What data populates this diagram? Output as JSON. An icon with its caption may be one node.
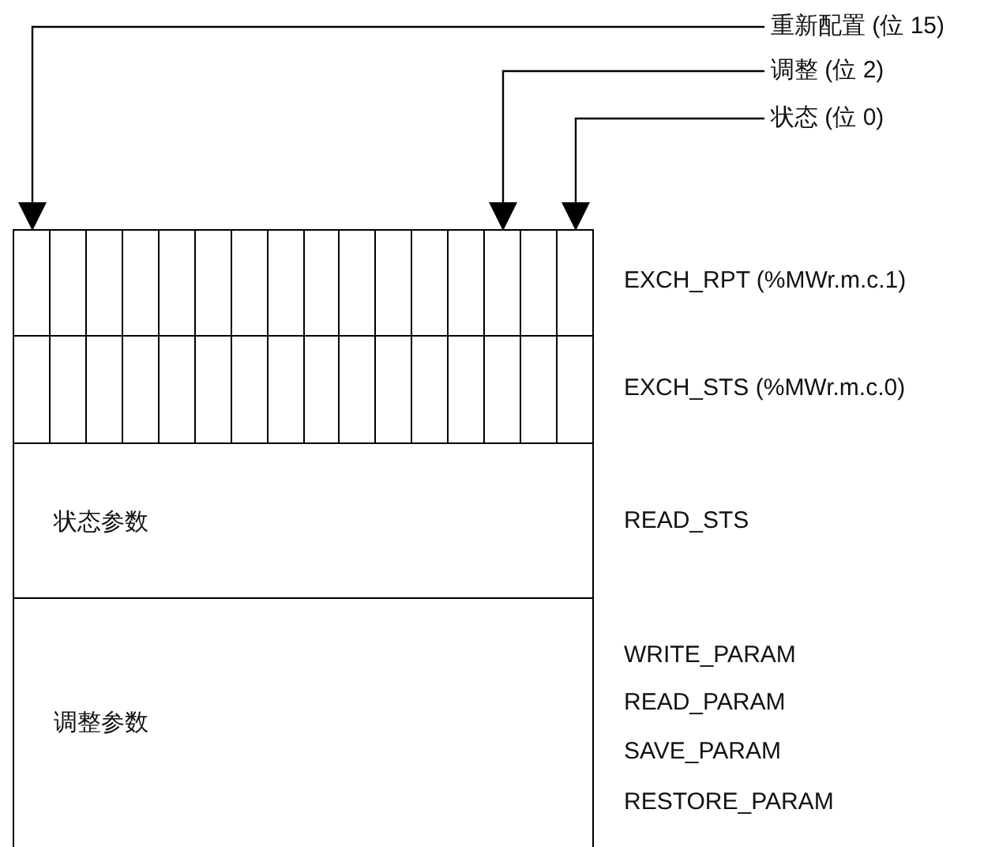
{
  "diagram": {
    "nodes": [
      {
        "text": [
          "重新配置 (位 15)"
        ]
      },
      {
        "text": [
          "调整 (位 2)"
        ]
      },
      {
        "text": [
          "状态 (位 0)"
        ]
      },
      {
        "text": [],
        "shape": "box",
        "beside": [
          "EXCH_RPT (%MWr.m.c.1)"
        ]
      },
      {
        "text": [],
        "shape": "box",
        "in": 3
      },
      {
        "text": [],
        "shape": "box",
        "in": 3
      },
      {
        "text": [],
        "shape": "box",
        "in": 3
      },
      {
        "text": [],
        "shape": "box",
        "in": 3
      },
      {
        "text": [],
        "shape": "box",
        "in": 3
      },
      {
        "text": [],
        "shape": "box",
        "in": 3
      },
      {
        "text": [],
        "shape": "box",
        "in": 3
      },
      {
        "text": [],
        "shape": "box",
        "in": 3
      },
      {
        "text": [],
        "shape": "box",
        "in": 3
      },
      {
        "text": [],
        "shape": "box",
        "in": 3
      },
      {
        "text": [],
        "shape": "box",
        "in": 3
      },
      {
        "text": [],
        "shape": "box",
        "in": 3
      },
      {
        "text": [],
        "shape": "box",
        "in": 3
      },
      {
        "text": [],
        "shape": "box",
        "in": 3
      },
      {
        "text": [],
        "shape": "box",
        "in": 3
      },
      {
        "text": [],
        "shape": "box",
        "in": 3
      },
      {
        "text": [],
        "shape": "box",
        "beside": [
          "EXCH_STS (%MWr.m.c.0)"
        ]
      },
      {
        "text": [],
        "shape": "box",
        "in": 20
      },
      {
        "text": [],
        "shape": "box",
        "in": 20
      },
      {
        "text": [],
        "shape": "box",
        "in": 20
      },
      {
        "text": [],
        "shape": "box",
        "in": 20
      },
      {
        "text": [],
        "shape": "box",
        "in": 20
      },
      {
        "text": [],
        "shape": "box",
        "in": 20
      },
      {
        "text": [],
        "shape": "box",
        "in": 20
      },
      {
        "text": [],
        "shape": "box",
        "in": 20
      },
      {
        "text": [],
        "shape": "box",
        "in": 20
      },
      {
        "text": [],
        "shape": "box",
        "in": 20
      },
      {
        "text": [],
        "shape": "box",
        "in": 20
      },
      {
        "text": [],
        "shape": "box",
        "in": 20
      },
      {
        "text": [],
        "shape": "box",
        "in": 20
      },
      {
        "text": [],
        "shape": "box",
        "in": 20
      },
      {
        "text": [],
        "shape": "box",
        "in": 20
      },
      {
        "text": [],
        "shape": "box",
        "in": 20
      },
      {
        "text": [
          "状态参数"
        ],
        "beside": [
          "READ_STS"
        ]
      },
      {
        "text": [
          "调整参数"
        ],
        "beside": [
          "WRITE_PARAM",
          "READ_PARAM",
          "SAVE_PARAM",
          "RESTORE_PARAM"
        ]
      }
    ],
    "edges": [
      {
        "from": 0,
        "to": 4,
        "arrow": "to"
      },
      {
        "from": 1,
        "to": 17,
        "arrow": "to"
      },
      {
        "from": 2,
        "to": 19,
        "arrow": "to"
      }
    ]
  }
}
